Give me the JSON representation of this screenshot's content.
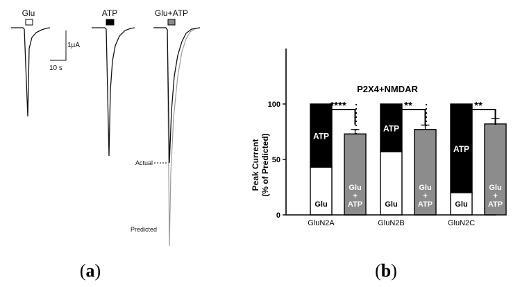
{
  "panel_a": {
    "label": "(a)",
    "traces": [
      {
        "name": "Glu",
        "bar_fill": "#ffffff"
      },
      {
        "name": "ATP",
        "bar_fill": "#000000"
      },
      {
        "name": "Glu+ATP",
        "bar_fill": "#8c8c8c"
      }
    ],
    "scale_current": "1μA",
    "scale_time": "10 s",
    "annotations": {
      "actual": "Actual",
      "predicted": "Predicted"
    }
  },
  "chart_data": {
    "type": "bar",
    "label": "(b)",
    "title": "P2X4+NMDAR",
    "ylabel_line1": "Peak Current",
    "ylabel_line2": "(% of Predicted)",
    "ylim": [
      0,
      150
    ],
    "yticks": [
      0,
      50,
      100
    ],
    "groups": [
      {
        "name": "GluN2A",
        "glu": 43,
        "atp": 57,
        "combined": 73,
        "err": 4,
        "sig": "****"
      },
      {
        "name": "GluN2B",
        "glu": 57,
        "atp": 43,
        "combined": 77,
        "err": 4,
        "sig": "**"
      },
      {
        "name": "GluN2C",
        "glu": 20,
        "atp": 80,
        "combined": 82,
        "err": 5,
        "sig": "**"
      }
    ],
    "bar_labels": {
      "atp": "ATP",
      "glu": "Glu",
      "combined_line1": "Glu",
      "combined_line2": "+",
      "combined_line3": "ATP"
    },
    "colors": {
      "atp": "#000000",
      "glu": "#ffffff",
      "combined": "#8c8c8c"
    }
  }
}
